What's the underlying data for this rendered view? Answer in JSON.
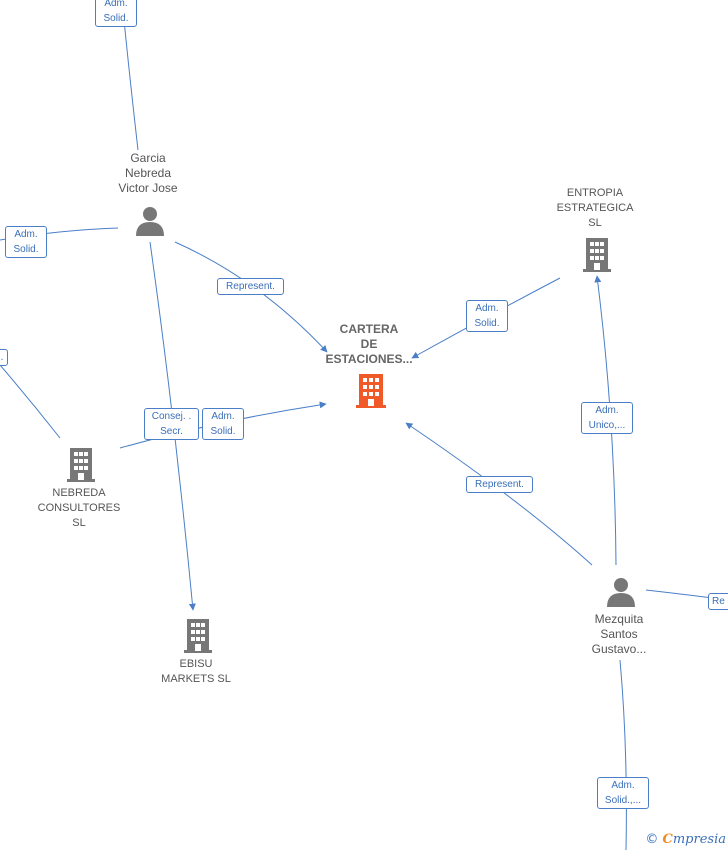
{
  "colors": {
    "edge": "#4a7fc8",
    "company": "#777777",
    "center_company": "#f05a28",
    "person": "#777777"
  },
  "nodes": {
    "center": {
      "label": "CARTERA\nDE\nESTACIONES...",
      "icon": "building-icon"
    },
    "garcia": {
      "label": "Garcia\nNebreda\nVictor Jose",
      "icon": "person-icon"
    },
    "entropia": {
      "label": "ENTROPIA\nESTRATEGICA\nSL",
      "icon": "building-icon"
    },
    "nebreda": {
      "label": "NEBREDA\nCONSULTORES\nSL",
      "icon": "building-icon"
    },
    "ebisu": {
      "label": "EBISU\nMARKETS SL",
      "icon": "building-icon"
    },
    "mezquita": {
      "label": "Mezquita\nSantos\nGustavo...",
      "icon": "person-icon"
    }
  },
  "edge_labels": {
    "top": "Adm.\nSolid.",
    "left": "Adm.\nSolid.",
    "garcia_center": "Represent.",
    "entropia_center": "Adm.\nSolid.",
    "consej": "Consej. .\nSecr.",
    "nebreda_center": "Adm.\nSolid.",
    "mezquita_entropia": "Adm.\nUnico,...",
    "mezquita_center": "Represent.",
    "right": "Re",
    "bottom": "Adm.\nSolid.,...",
    "left_partial": "."
  },
  "footer": {
    "copyright": "©",
    "brand_initial": "C",
    "brand_rest": "mpresia"
  }
}
